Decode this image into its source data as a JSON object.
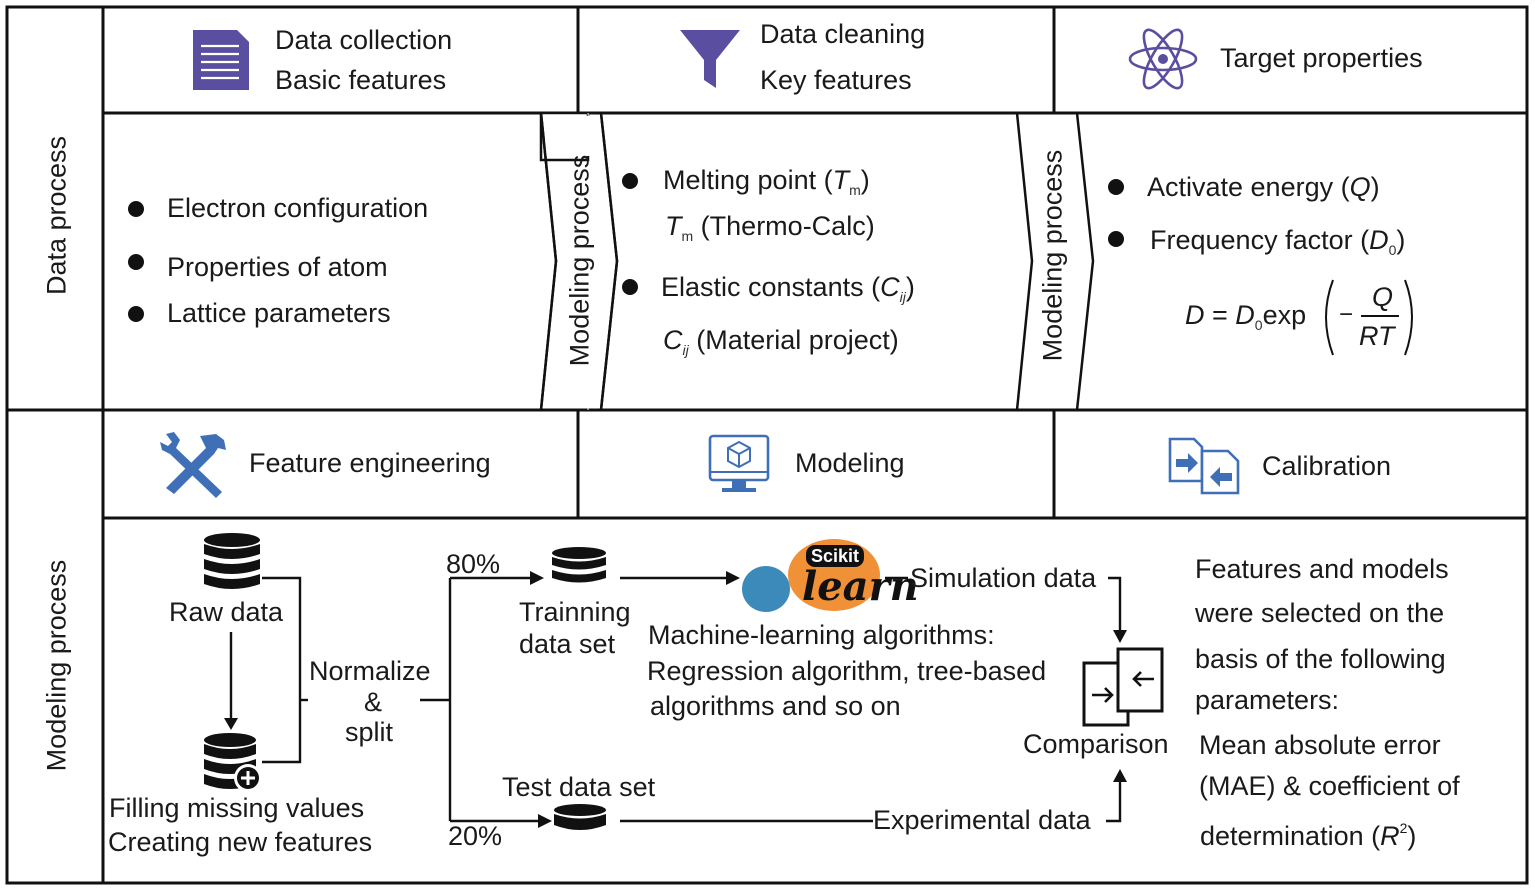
{
  "sections": {
    "data_process_label": "Data process",
    "modeling_process_label": "Modeling process"
  },
  "top_headers": {
    "col1": {
      "icon": "document-icon",
      "line1": "Data collection",
      "line2": "Basic features"
    },
    "col2": {
      "icon": "funnel-filter-icon",
      "line1": "Data cleaning",
      "line2": "Key features"
    },
    "col3": {
      "icon": "atom-icon",
      "line1": "Target properties"
    }
  },
  "arrow_labels": {
    "first": "Modeling process",
    "second": "Modeling process"
  },
  "basic_features": [
    "Electron configuration",
    "Properties of atom",
    "Lattice parameters"
  ],
  "key_features": {
    "melting_point": "Melting point (",
    "melting_symbol": "T",
    "melting_sub": "m",
    "thermo_calc": " (Thermo-Calc)",
    "elastic": "Elastic constants (",
    "elastic_symbol": "C",
    "elastic_sub": "ij",
    "material_project": " (Material project)",
    "close_paren": ")"
  },
  "target_properties": {
    "activate_energy": "Activate energy (",
    "q_symbol": "Q",
    "frequency_factor": "Frequency factor (",
    "d_symbol": "D",
    "d_sub": "0",
    "close_paren": ")",
    "eq_lhs": "D",
    "eq_equals": " = ",
    "eq_exp": "exp",
    "eq_minus": "−",
    "eq_num": "Q",
    "eq_den": "RT"
  },
  "bottom_headers": {
    "col1": {
      "icon": "wrench-hammer-icon",
      "label": "Feature engineering"
    },
    "col2": {
      "icon": "monitor-cube-icon",
      "label": "Modeling"
    },
    "col3": {
      "icon": "swap-documents-icon",
      "label": "Calibration"
    }
  },
  "workflow": {
    "raw_data": "Raw data",
    "filling": "Filling missing values",
    "creating": "Creating new features",
    "normalize": "Normalize",
    "ampersand": "&",
    "split": "split",
    "pct_80": "80%",
    "pct_20": "20%",
    "training_1": "Trainning",
    "training_2": "data set",
    "test_set": "Test data set",
    "scikit": "Scikit",
    "learn": "learn",
    "simulation": "Simulation data",
    "experimental": "Experimental data",
    "ml_1": "Machine-learning algorithms:",
    "ml_2": "Regression algorithm, tree-based",
    "ml_3": "algorithms and so on",
    "comparison": "Comparison"
  },
  "selection_note": {
    "l1": "Features and models",
    "l2": "were selected on the",
    "l3": "basis of the following",
    "l4": "parameters:",
    "l5": "Mean absolute error",
    "l6": "(MAE) & coefficient of",
    "l7a": "determination (",
    "l7r": "R",
    "l7sup": "2",
    "l7b": ")"
  },
  "colors": {
    "icon_purple": "#5a4ea0",
    "icon_blue": "#3f6fb6",
    "sklearn_orange": "#f09037",
    "sklearn_blue": "#3b8ab9",
    "line": "#111111"
  }
}
